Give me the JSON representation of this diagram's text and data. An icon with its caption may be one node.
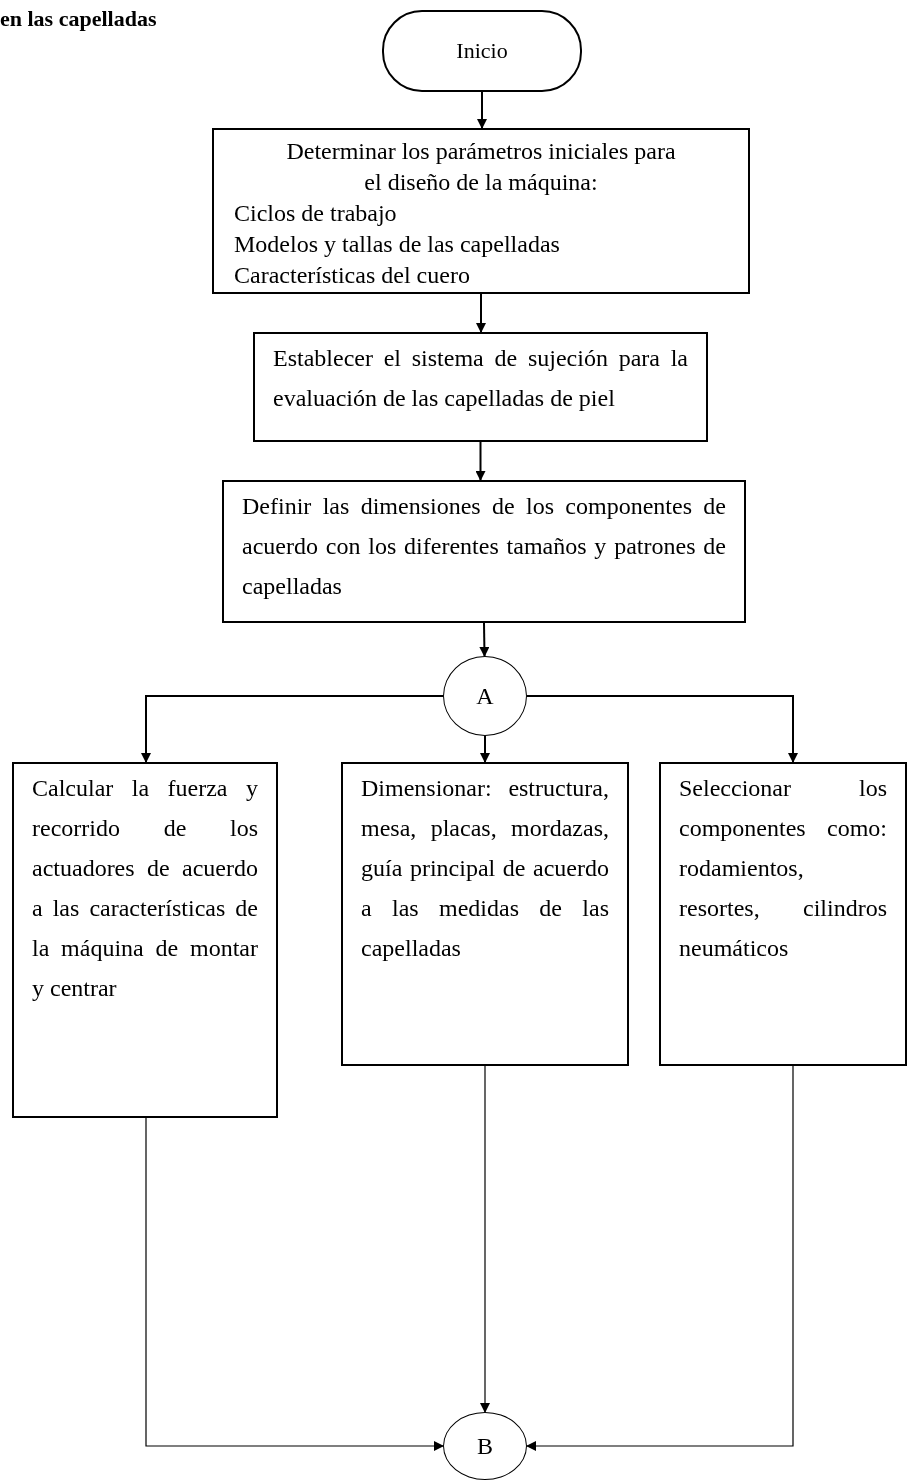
{
  "diagram": {
    "title": "en las capelladas",
    "nodes": [
      {
        "text": [
          "Inicio"
        ]
      },
      {
        "text": [
          "Determinar los parámetros iniciales para el diseño de la máquina:",
          "Ciclos de trabajo",
          "Modelos y tallas de las capelladas",
          "Características del cuero"
        ]
      },
      {
        "text": [
          "Establecer el sistema de sujeción para la evaluación de las capelladas de piel"
        ]
      },
      {
        "text": [
          "Definir las dimensiones de los componentes de acuerdo con los diferentes tamaños y patrones de capelladas"
        ]
      },
      {
        "text": [
          "A"
        ]
      },
      {
        "text": [
          "Calcular la fuerza y recorrido de los actuadores de acuerdo a las características de la máquina de montar y centrar"
        ]
      },
      {
        "text": [
          "Dimensionar: estructura, mesa, placas, mordazas, guía principal de acuerdo a las medidas de las capelladas"
        ]
      },
      {
        "text": [
          "Seleccionar los componentes como: rodamientos, resortes, cilindros neumáticos"
        ]
      },
      {
        "text": [
          "B"
        ]
      }
    ],
    "edges": [
      {
        "from": 0,
        "to": 1,
        "arrow": "to"
      },
      {
        "from": 1,
        "to": 2,
        "arrow": "to"
      },
      {
        "from": 2,
        "to": 3,
        "arrow": "to"
      },
      {
        "from": 3,
        "to": 4,
        "arrow": "to"
      },
      {
        "from": 4,
        "to": 5,
        "arrow": "to"
      },
      {
        "from": 4,
        "to": 6,
        "arrow": "to"
      },
      {
        "from": 4,
        "to": 7,
        "arrow": "to"
      },
      {
        "from": 5,
        "to": 8,
        "arrow": "to"
      },
      {
        "from": 6,
        "to": 8,
        "arrow": "to"
      },
      {
        "from": 7,
        "to": 8,
        "arrow": "to"
      }
    ]
  }
}
